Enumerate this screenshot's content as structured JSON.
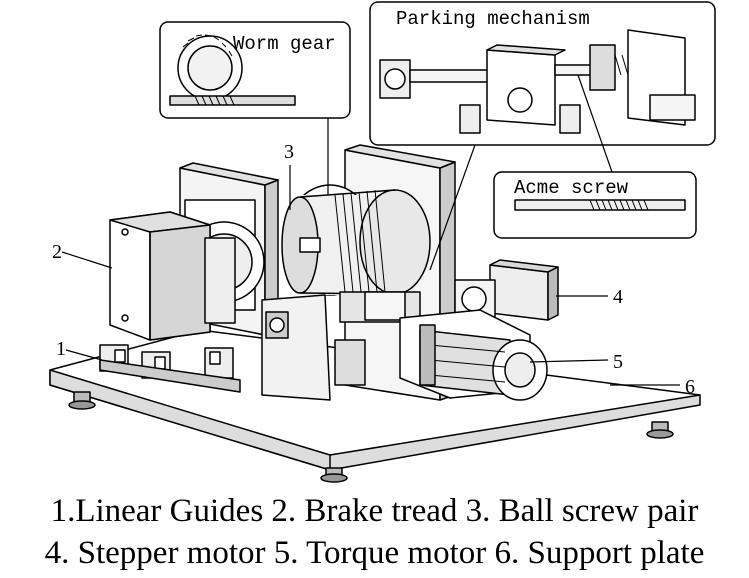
{
  "callouts": {
    "worm_gear": "Worm gear",
    "parking_mechanism": "Parking mechanism",
    "acme_screw": "Acme screw"
  },
  "labels": {
    "l1": "1",
    "l2": "2",
    "l3": "3",
    "l4": "4",
    "l5": "5",
    "l6": "6"
  },
  "caption": {
    "line1": "1.Linear Guides 2. Brake tread 3. Ball screw pair",
    "line2": "4. Stepper motor 5. Torque motor 6. Support plate"
  },
  "colors": {
    "line": "#000000",
    "fill_light": "#ffffff",
    "fill_shade": "#e6e6e6",
    "fill_dark": "#bdbdbd"
  }
}
